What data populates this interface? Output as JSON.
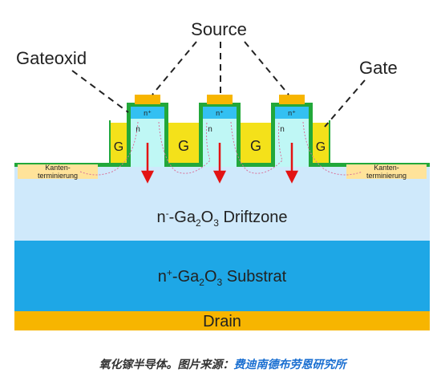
{
  "labels": {
    "source": "Source",
    "gateoxid": "Gateoxid",
    "gate": "Gate",
    "gate_letter": "G",
    "n_plus": "n⁺",
    "n_channel": "n",
    "kanten_line1": "Kanten-",
    "kanten_line2": "terminierung",
    "drift_main": "n",
    "drift_sup": "-",
    "drift_ga": "-Ga",
    "drift_sub2": "2",
    "drift_o": "O",
    "drift_sub3": "3",
    "drift_rest": " Driftzone",
    "substrat_main": "n",
    "substrat_sup": "+",
    "substrat_ga": "-Ga",
    "substrat_sub2": "2",
    "substrat_o": "O",
    "substrat_sub3": "3",
    "substrat_rest": " Substrat",
    "drain": "Drain"
  },
  "caption": {
    "prefix": "氧化镓半导体。图片来源：",
    "source": "费迪南德布劳恩研究所"
  },
  "colors": {
    "drain": "#f7b500",
    "substrate": "#1ea7e6",
    "driftzone": "#cfe9fb",
    "fin": "#bff7f5",
    "gate": "#f4e11a",
    "oxide": "#22a83a",
    "contact": "#f7b500",
    "n_plus": "#33c0f2",
    "current_arrow": "#e31313",
    "kanten": "#ffe39a"
  }
}
